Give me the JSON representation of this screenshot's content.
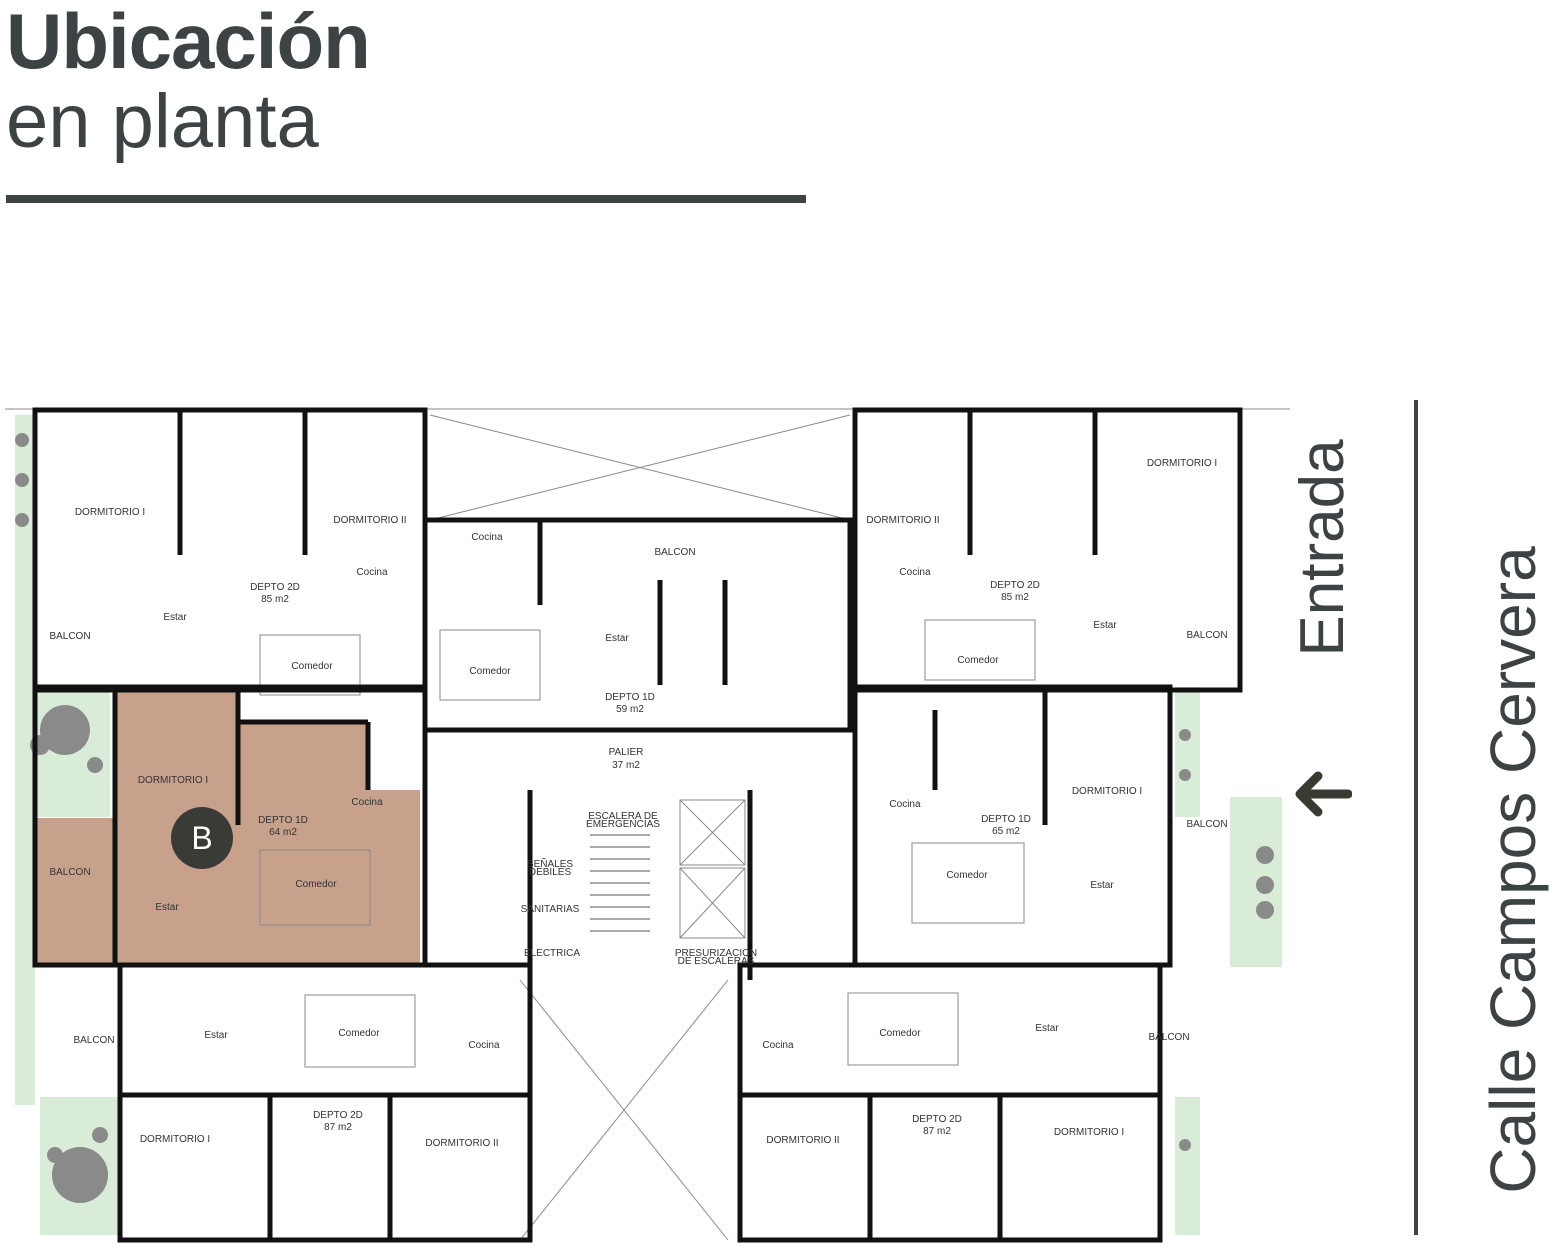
{
  "title": {
    "line1": "Ubicación",
    "line2": "en planta"
  },
  "entrance_label": "Entrada",
  "street_label": "Calle Campos Cervera",
  "highlight_badge": "B",
  "colors": {
    "text": "#3d4245",
    "highlight": "#c49c86",
    "garden": "#d8ecd8",
    "walls": "#111111",
    "badge": "#3a3a36"
  },
  "icons": {
    "entrance_arrow": "arrow-left-icon"
  },
  "rooms": [
    {
      "id": "dorm-i-tl",
      "name": "DORMITORIO I"
    },
    {
      "id": "dorm-ii-tl",
      "name": "DORMITORIO II"
    },
    {
      "id": "depto-2d-tl",
      "name": "DEPTO 2D",
      "area": "85 m2"
    },
    {
      "id": "cocina-tl",
      "name": "Cocina"
    },
    {
      "id": "estar-tl",
      "name": "Estar"
    },
    {
      "id": "comedor-tl",
      "name": "Comedor"
    },
    {
      "id": "balcon-tl",
      "name": "BALCON"
    },
    {
      "id": "cocina-tc",
      "name": "Cocina"
    },
    {
      "id": "balcon-tc",
      "name": "BALCON"
    },
    {
      "id": "estar-tc",
      "name": "Estar"
    },
    {
      "id": "comedor-tc",
      "name": "Comedor"
    },
    {
      "id": "depto-1d-tc",
      "name": "DEPTO 1D",
      "area": "59 m2"
    },
    {
      "id": "palier",
      "name": "PALIER",
      "area": "37 m2"
    },
    {
      "id": "dorm-ii-tr",
      "name": "DORMITORIO II"
    },
    {
      "id": "dorm-i-tr",
      "name": "DORMITORIO I"
    },
    {
      "id": "depto-2d-tr",
      "name": "DEPTO 2D",
      "area": "85 m2"
    },
    {
      "id": "cocina-tr",
      "name": "Cocina"
    },
    {
      "id": "estar-tr",
      "name": "Estar"
    },
    {
      "id": "comedor-tr",
      "name": "Comedor"
    },
    {
      "id": "balcon-tr",
      "name": "BALCON"
    },
    {
      "id": "dorm-i-ml",
      "name": "DORMITORIO I"
    },
    {
      "id": "depto-1d-ml",
      "name": "DEPTO 1D",
      "area": "64 m2"
    },
    {
      "id": "cocina-ml",
      "name": "Cocina"
    },
    {
      "id": "balcon-ml",
      "name": "BALCON"
    },
    {
      "id": "estar-ml",
      "name": "Estar"
    },
    {
      "id": "comedor-ml",
      "name": "Comedor"
    },
    {
      "id": "escalera",
      "name": "ESCALERA DE",
      "area": "EMERGENCIAS"
    },
    {
      "id": "senales",
      "name": "SEÑALES",
      "area": "DEBILES"
    },
    {
      "id": "sanitarias",
      "name": "SANITARIAS"
    },
    {
      "id": "electrica",
      "name": "ELECTRICA"
    },
    {
      "id": "presurizacion",
      "name": "PRESURIZACION",
      "area": "DE ESCALERAS"
    },
    {
      "id": "cocina-mr",
      "name": "Cocina"
    },
    {
      "id": "depto-1d-mr",
      "name": "DEPTO 1D",
      "area": "65 m2"
    },
    {
      "id": "dorm-i-mr",
      "name": "DORMITORIO I"
    },
    {
      "id": "comedor-mr",
      "name": "Comedor"
    },
    {
      "id": "estar-mr",
      "name": "Estar"
    },
    {
      "id": "balcon-mr",
      "name": "BALCON"
    },
    {
      "id": "balcon-bl",
      "name": "BALCON"
    },
    {
      "id": "estar-bl",
      "name": "Estar"
    },
    {
      "id": "comedor-bl",
      "name": "Comedor"
    },
    {
      "id": "cocina-bl",
      "name": "Cocina"
    },
    {
      "id": "dorm-i-bl",
      "name": "DORMITORIO I"
    },
    {
      "id": "depto-2d-bl",
      "name": "DEPTO 2D",
      "area": "87 m2"
    },
    {
      "id": "dorm-ii-bl",
      "name": "DORMITORIO II"
    },
    {
      "id": "cocina-br",
      "name": "Cocina"
    },
    {
      "id": "comedor-br",
      "name": "Comedor"
    },
    {
      "id": "estar-br",
      "name": "Estar"
    },
    {
      "id": "balcon-br",
      "name": "BALCON"
    },
    {
      "id": "dorm-ii-br",
      "name": "DORMITORIO II"
    },
    {
      "id": "depto-2d-br",
      "name": "DEPTO 2D",
      "area": "87 m2"
    },
    {
      "id": "dorm-i-br",
      "name": "DORMITORIO I"
    }
  ]
}
